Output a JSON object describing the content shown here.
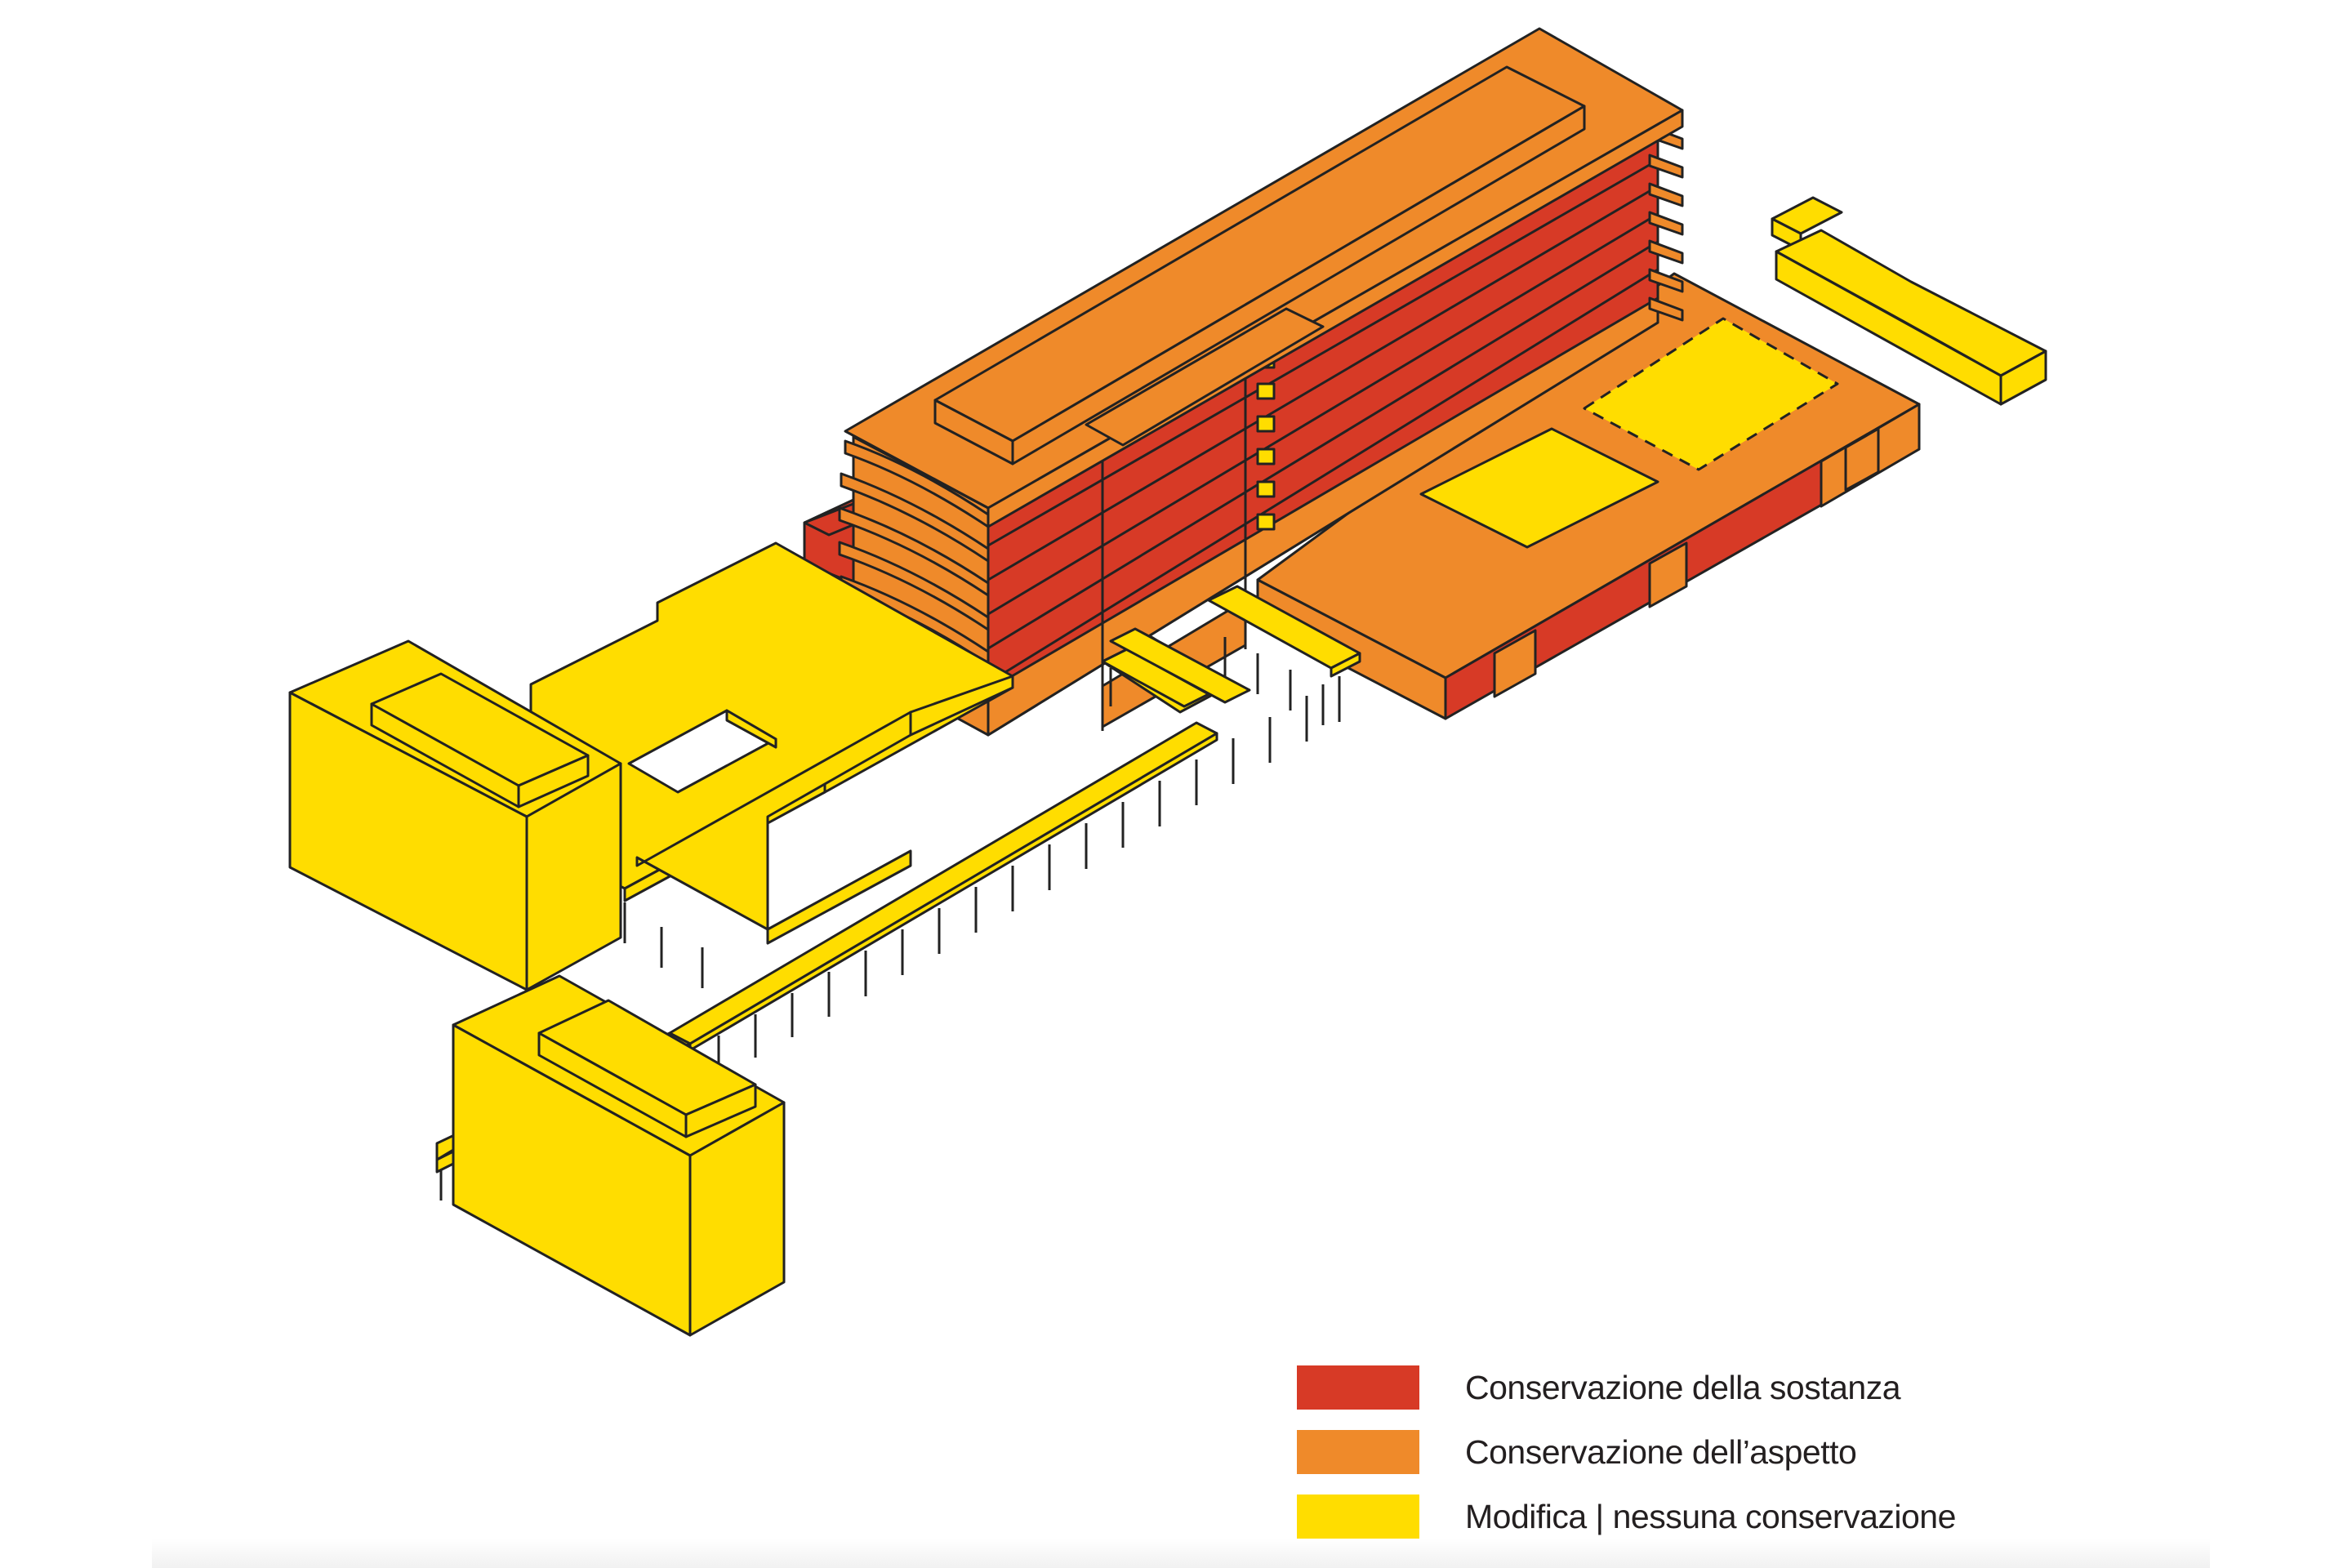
{
  "colors": {
    "substance": "#d73a26",
    "aspect": "#ef8a2a",
    "modify": "#ffdd00",
    "line": "#222222"
  },
  "legend": [
    {
      "key": "substance",
      "label": "Conservazione della sostanza",
      "color": "#d73a26"
    },
    {
      "key": "aspect",
      "label": "Conservazione dell’aspetto",
      "color": "#ef8a2a"
    },
    {
      "key": "modify",
      "label": "Modifica | nessuna conservazione",
      "color": "#ffdd00"
    }
  ]
}
